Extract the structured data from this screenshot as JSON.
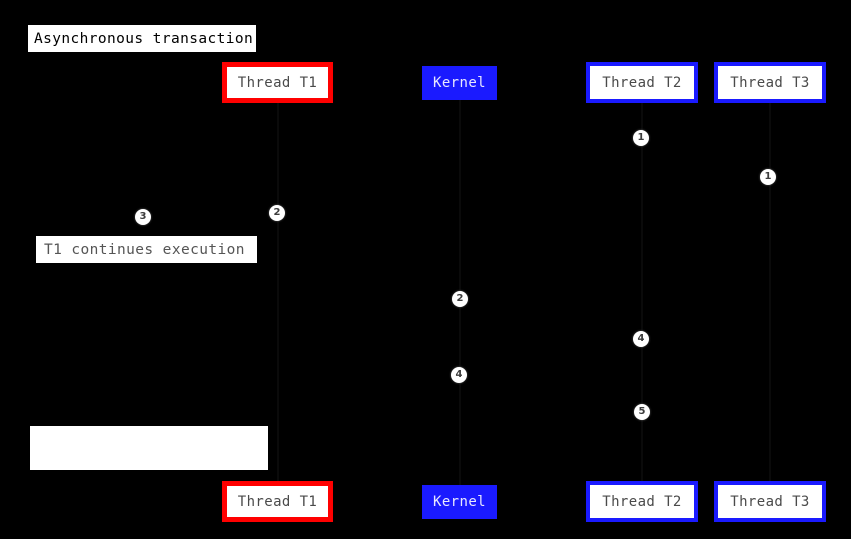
{
  "diagram": {
    "type": "uml-sequence-diagram",
    "background_color": "#000000",
    "title": "Asynchronous transaction",
    "notes": [
      {
        "text": "T1 continues execution"
      },
      {
        "text": ""
      }
    ],
    "lifelines": [
      {
        "id": "t1",
        "label": "Thread T1",
        "style": "red-outline",
        "accent": "#ff0000"
      },
      {
        "id": "kernel",
        "label": "Kernel",
        "style": "blue-fill",
        "accent": "#1a1aff"
      },
      {
        "id": "t2",
        "label": "Thread T2",
        "style": "blue-outline",
        "accent": "#1a1aff"
      },
      {
        "id": "t3",
        "label": "Thread T3",
        "style": "blue-outline",
        "accent": "#1a1aff"
      }
    ],
    "footers": [
      {
        "id": "t1",
        "label": "Thread T1",
        "style": "red-outline",
        "accent": "#ff0000"
      },
      {
        "id": "kernel",
        "label": "Kernel",
        "style": "blue-fill",
        "accent": "#1a1aff"
      },
      {
        "id": "t2",
        "label": "Thread T2",
        "style": "blue-outline",
        "accent": "#1a1aff"
      },
      {
        "id": "t3",
        "label": "Thread T3",
        "style": "blue-outline",
        "accent": "#1a1aff"
      }
    ],
    "step_badges": [
      {
        "number": "1"
      },
      {
        "number": "1"
      },
      {
        "number": "3"
      },
      {
        "number": "2"
      },
      {
        "number": "2"
      },
      {
        "number": "4"
      },
      {
        "number": "4"
      },
      {
        "number": "5"
      }
    ]
  }
}
